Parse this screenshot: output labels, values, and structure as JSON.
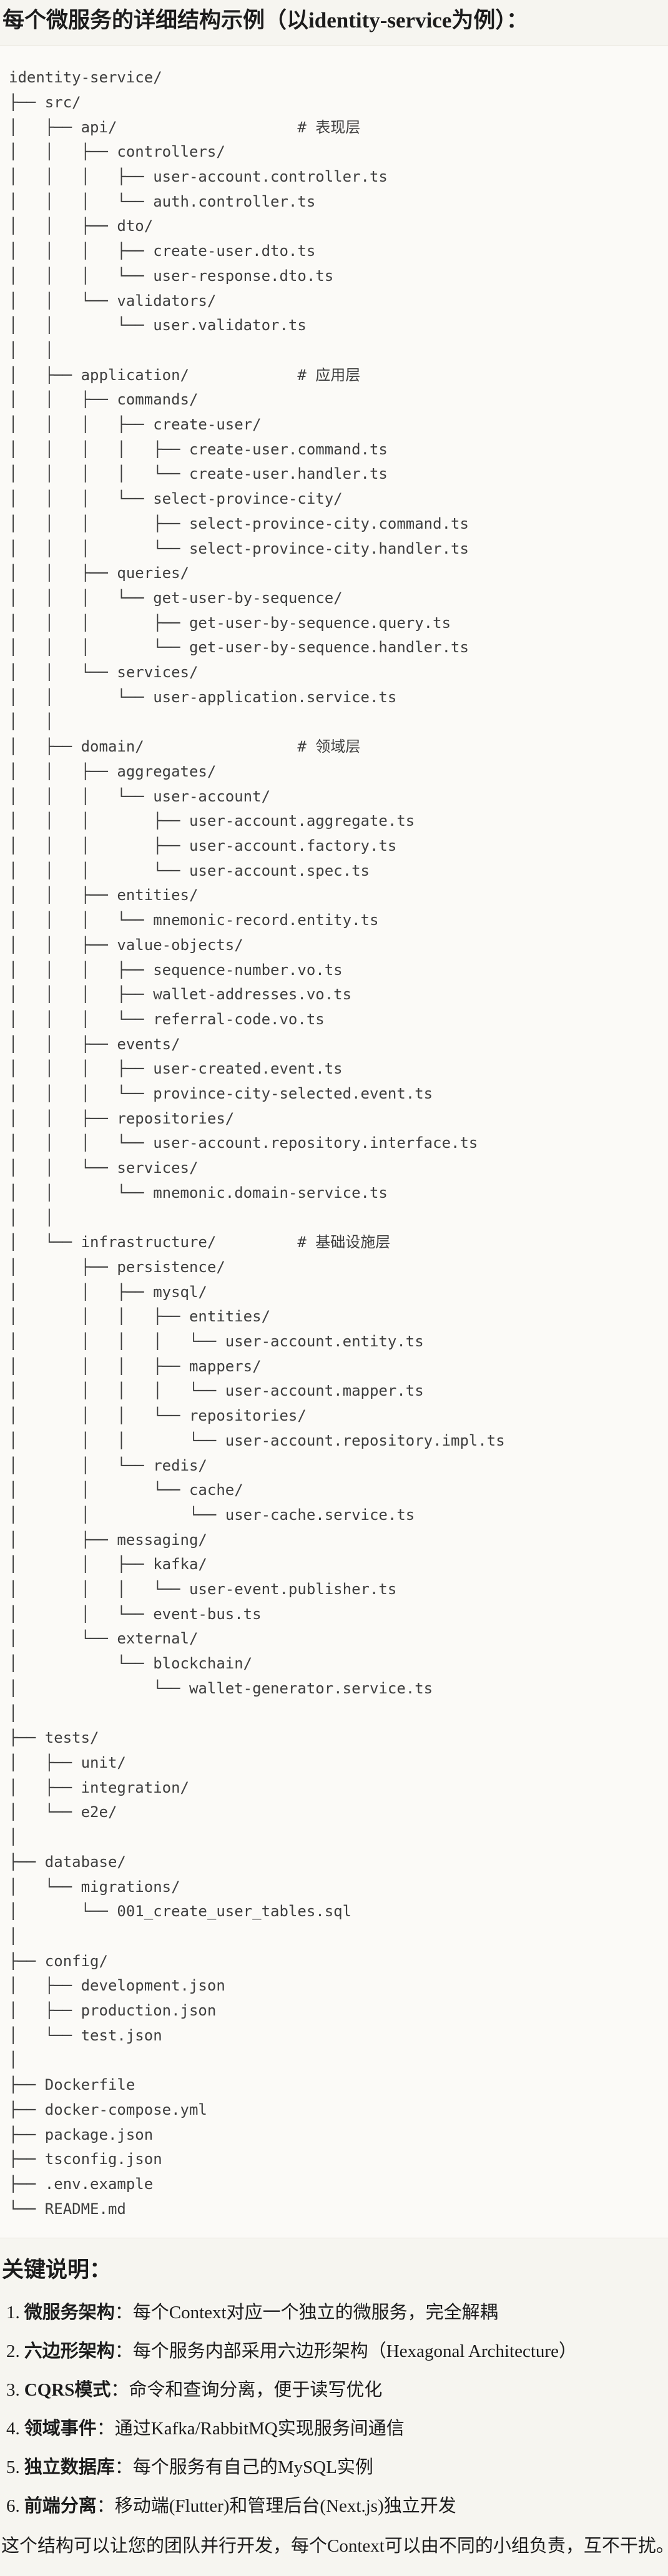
{
  "page": {
    "background_color": "#f6f5f0",
    "text_color": "#1c1c1c"
  },
  "title": "每个微服务的详细结构示例（以identity-service为例）：",
  "code_block": {
    "background_color": "#fbfaf7",
    "border_color": "#e5e3da",
    "text_color": "#3e3e3e",
    "tree_lines": [
      "identity-service/",
      "├── src/",
      "│   ├── api/                    # 表现层",
      "│   │   ├── controllers/",
      "│   │   │   ├── user-account.controller.ts",
      "│   │   │   └── auth.controller.ts",
      "│   │   ├── dto/",
      "│   │   │   ├── create-user.dto.ts",
      "│   │   │   └── user-response.dto.ts",
      "│   │   └── validators/",
      "│   │       └── user.validator.ts",
      "│   │",
      "│   ├── application/            # 应用层",
      "│   │   ├── commands/",
      "│   │   │   ├── create-user/",
      "│   │   │   │   ├── create-user.command.ts",
      "│   │   │   │   └── create-user.handler.ts",
      "│   │   │   └── select-province-city/",
      "│   │   │       ├── select-province-city.command.ts",
      "│   │   │       └── select-province-city.handler.ts",
      "│   │   ├── queries/",
      "│   │   │   └── get-user-by-sequence/",
      "│   │   │       ├── get-user-by-sequence.query.ts",
      "│   │   │       └── get-user-by-sequence.handler.ts",
      "│   │   └── services/",
      "│   │       └── user-application.service.ts",
      "│   │",
      "│   ├── domain/                 # 领域层",
      "│   │   ├── aggregates/",
      "│   │   │   └── user-account/",
      "│   │   │       ├── user-account.aggregate.ts",
      "│   │   │       ├── user-account.factory.ts",
      "│   │   │       └── user-account.spec.ts",
      "│   │   ├── entities/",
      "│   │   │   └── mnemonic-record.entity.ts",
      "│   │   ├── value-objects/",
      "│   │   │   ├── sequence-number.vo.ts",
      "│   │   │   ├── wallet-addresses.vo.ts",
      "│   │   │   └── referral-code.vo.ts",
      "│   │   ├── events/",
      "│   │   │   ├── user-created.event.ts",
      "│   │   │   └── province-city-selected.event.ts",
      "│   │   ├── repositories/",
      "│   │   │   └── user-account.repository.interface.ts",
      "│   │   └── services/",
      "│   │       └── mnemonic.domain-service.ts",
      "│   │",
      "│   └── infrastructure/         # 基础设施层",
      "│       ├── persistence/",
      "│       │   ├── mysql/",
      "│       │   │   ├── entities/",
      "│       │   │   │   └── user-account.entity.ts",
      "│       │   │   ├── mappers/",
      "│       │   │   │   └── user-account.mapper.ts",
      "│       │   │   └── repositories/",
      "│       │   │       └── user-account.repository.impl.ts",
      "│       │   └── redis/",
      "│       │       └── cache/",
      "│       │           └── user-cache.service.ts",
      "│       ├── messaging/",
      "│       │   ├── kafka/",
      "│       │   │   └── user-event.publisher.ts",
      "│       │   └── event-bus.ts",
      "│       └── external/",
      "│           └── blockchain/",
      "│               └── wallet-generator.service.ts",
      "│",
      "├── tests/",
      "│   ├── unit/",
      "│   ├── integration/",
      "│   └── e2e/",
      "│",
      "├── database/",
      "│   └── migrations/",
      "│       └── 001_create_user_tables.sql",
      "│",
      "├── config/",
      "│   ├── development.json",
      "│   ├── production.json",
      "│   └── test.json",
      "│",
      "├── Dockerfile",
      "├── docker-compose.yml",
      "├── package.json",
      "├── tsconfig.json",
      "├── .env.example",
      "└── README.md"
    ]
  },
  "notes": {
    "heading": "关键说明：",
    "items": [
      {
        "num": "1.",
        "term": "微服务架构",
        "text": "：每个Context对应一个独立的微服务，完全解耦"
      },
      {
        "num": "2.",
        "term": "六边形架构",
        "text": "：每个服务内部采用六边形架构（Hexagonal Architecture）"
      },
      {
        "num": "3.",
        "term": "CQRS模式",
        "text": "：命令和查询分离，便于读写优化"
      },
      {
        "num": "4.",
        "term": "领域事件",
        "text": "：通过Kafka/RabbitMQ实现服务间通信"
      },
      {
        "num": "5.",
        "term": "独立数据库",
        "text": "：每个服务有自己的MySQL实例"
      },
      {
        "num": "6.",
        "term": "前端分离",
        "text": "：移动端(Flutter)和管理后台(Next.js)独立开发"
      }
    ],
    "footer": "这个结构可以让您的团队并行开发，每个Context可以由不同的小组负责，互不干扰。"
  }
}
